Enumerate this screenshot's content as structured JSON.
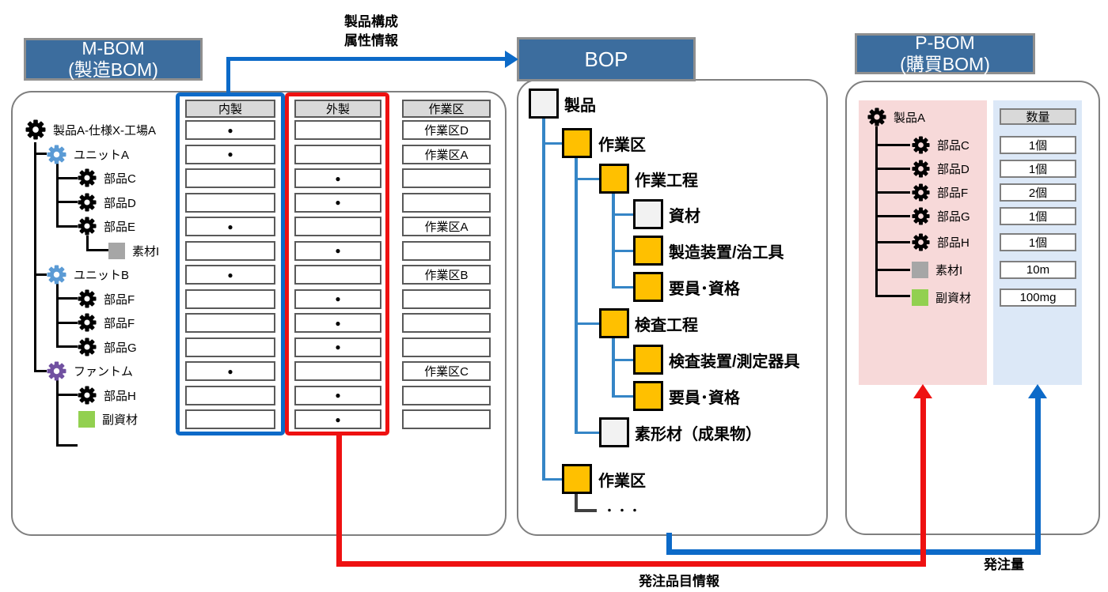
{
  "mbom": {
    "title_line1": "M-BOM",
    "title_line2": "(製造BOM)",
    "col_inhouse": "内製",
    "col_outsourced": "外製",
    "col_workarea": "作業区",
    "rows": [
      {
        "label": "製品A-仕様X-工場A",
        "icon": "gear-black",
        "inhouse": "●",
        "outsourced": "",
        "workarea": "作業区D"
      },
      {
        "label": "ユニットA",
        "icon": "gear-blue",
        "inhouse": "●",
        "outsourced": "",
        "workarea": "作業区A"
      },
      {
        "label": "部品C",
        "icon": "gear-black",
        "inhouse": "",
        "outsourced": "●",
        "workarea": ""
      },
      {
        "label": "部品D",
        "icon": "gear-black",
        "inhouse": "",
        "outsourced": "●",
        "workarea": ""
      },
      {
        "label": "部品E",
        "icon": "gear-black",
        "inhouse": "●",
        "outsourced": "",
        "workarea": "作業区A"
      },
      {
        "label": "素材I",
        "icon": "square-gray",
        "inhouse": "",
        "outsourced": "●",
        "workarea": ""
      },
      {
        "label": "ユニットB",
        "icon": "gear-blue",
        "inhouse": "●",
        "outsourced": "",
        "workarea": "作業区B"
      },
      {
        "label": "部品F",
        "icon": "gear-black",
        "inhouse": "",
        "outsourced": "●",
        "workarea": ""
      },
      {
        "label": "部品F",
        "icon": "gear-black",
        "inhouse": "",
        "outsourced": "●",
        "workarea": ""
      },
      {
        "label": "部品G",
        "icon": "gear-black",
        "inhouse": "",
        "outsourced": "●",
        "workarea": ""
      },
      {
        "label": "ファントム",
        "icon": "gear-purple",
        "inhouse": "●",
        "outsourced": "",
        "workarea": "作業区C"
      },
      {
        "label": "部品H",
        "icon": "gear-black",
        "inhouse": "",
        "outsourced": "●",
        "workarea": ""
      },
      {
        "label": "副資材",
        "icon": "square-green",
        "inhouse": "",
        "outsourced": "●",
        "workarea": ""
      }
    ]
  },
  "bop": {
    "title": "BOP",
    "nodes": [
      {
        "label": "製品",
        "type": "gray"
      },
      {
        "label": "作業区",
        "type": "orange"
      },
      {
        "label": "作業工程",
        "type": "orange"
      },
      {
        "label": "資材",
        "type": "gray"
      },
      {
        "label": "製造装置/治工具",
        "type": "orange"
      },
      {
        "label": "要員･資格",
        "type": "orange"
      },
      {
        "label": "検査工程",
        "type": "orange"
      },
      {
        "label": "検査装置/測定器具",
        "type": "orange"
      },
      {
        "label": "要員･資格",
        "type": "orange"
      },
      {
        "label": "素形材（成果物）",
        "type": "gray"
      },
      {
        "label": "作業区",
        "type": "orange"
      }
    ],
    "ellipsis": "・・・"
  },
  "pbom": {
    "title_line1": "P-BOM",
    "title_line2": "(購買BOM)",
    "qty_header": "数量",
    "root": {
      "label": "製品A",
      "icon": "gear-black"
    },
    "rows": [
      {
        "label": "部品C",
        "icon": "gear-black",
        "qty": "1個"
      },
      {
        "label": "部品D",
        "icon": "gear-black",
        "qty": "1個"
      },
      {
        "label": "部品F",
        "icon": "gear-black",
        "qty": "2個"
      },
      {
        "label": "部品G",
        "icon": "gear-black",
        "qty": "1個"
      },
      {
        "label": "部品H",
        "icon": "gear-black",
        "qty": "1個"
      },
      {
        "label": "素材I",
        "icon": "square-gray",
        "qty": "10m"
      },
      {
        "label": "副資材",
        "icon": "square-green",
        "qty": "100mg"
      }
    ]
  },
  "arrows": {
    "structure_line1": "製品構成",
    "structure_line2": "属性情報",
    "order_items": "発注品目情報",
    "order_qty": "発注量"
  },
  "colors": {
    "header_bg": "#3c6d9e",
    "accent_blue": "#0c6ac8",
    "accent_red": "#ee1111",
    "node_orange": "#ffc000",
    "node_gray": "#f2f2f2",
    "gear_blue": "#5b9bd5",
    "gear_purple": "#7151a1",
    "square_gray": "#a6a6a6",
    "square_green": "#92d050",
    "pink_area": "#f7d9d9",
    "blue_area": "#dce8f7",
    "connector_blue": "#3585c6"
  }
}
